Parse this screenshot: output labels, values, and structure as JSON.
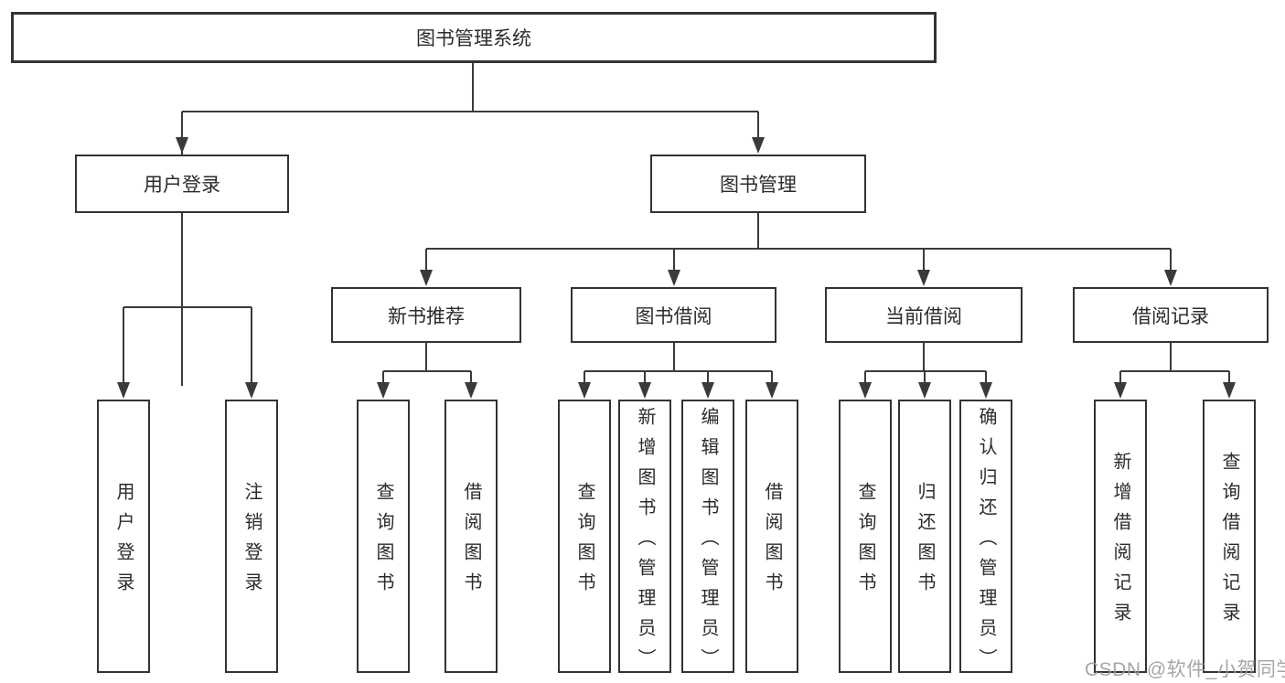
{
  "diagram": {
    "title_note": "functional structure chart of a library management system",
    "root": {
      "label": "图书管理系统"
    },
    "level2": [
      {
        "label": "用户登录"
      },
      {
        "label": "图书管理"
      }
    ],
    "level3": [
      {
        "label": "新书推荐",
        "parent": "图书管理"
      },
      {
        "label": "图书借阅",
        "parent": "图书管理"
      },
      {
        "label": "当前借阅",
        "parent": "图书管理"
      },
      {
        "label": "借阅记录",
        "parent": "图书管理"
      }
    ],
    "leaves": [
      {
        "label": "用户登录",
        "parent": "用户登录"
      },
      {
        "label": "注销登录",
        "parent": "用户登录"
      },
      {
        "label": "查询图书",
        "parent": "新书推荐"
      },
      {
        "label": "借阅图书",
        "parent": "新书推荐"
      },
      {
        "label": "查询图书",
        "parent": "图书借阅"
      },
      {
        "label": "新增图书（管理员）",
        "parent": "图书借阅"
      },
      {
        "label": "编辑图书（管理员）",
        "parent": "图书借阅"
      },
      {
        "label": "借阅图书",
        "parent": "图书借阅"
      },
      {
        "label": "查询图书",
        "parent": "当前借阅"
      },
      {
        "label": "归还图书",
        "parent": "当前借阅"
      },
      {
        "label": "确认归还（管理员）",
        "parent": "当前借阅"
      },
      {
        "label": "新增借阅记录",
        "parent": "借阅记录"
      },
      {
        "label": "查询借阅记录",
        "parent": "借阅记录"
      }
    ]
  },
  "watermark": "CSDN @软件_小贺同学",
  "colors": {
    "line": "#3a3a3a",
    "box_border": "#333333",
    "text": "#2b2b2b",
    "watermark": "#9e9e9e",
    "background": "#ffffff"
  }
}
